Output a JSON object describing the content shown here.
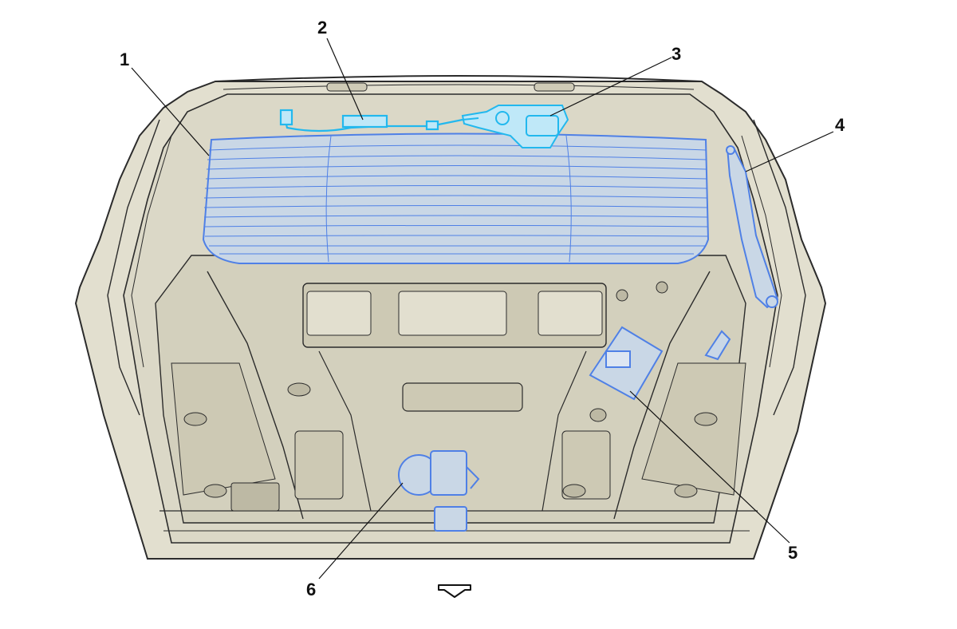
{
  "diagram": {
    "callouts": [
      {
        "id": "1",
        "label": "1"
      },
      {
        "id": "2",
        "label": "2"
      },
      {
        "id": "3",
        "label": "3"
      },
      {
        "id": "4",
        "label": "4"
      },
      {
        "id": "5",
        "label": "5"
      },
      {
        "id": "6",
        "label": "6"
      }
    ],
    "colors": {
      "body_fill": "#e2dfcf",
      "body_shade": "#d3d0bd",
      "outline": "#2b2b2b",
      "glass_fill": "#c9d7e6",
      "glass_line": "#4f80e6",
      "highlight": "#22b8ee"
    },
    "icons": [
      "down-arrow-icon"
    ]
  }
}
